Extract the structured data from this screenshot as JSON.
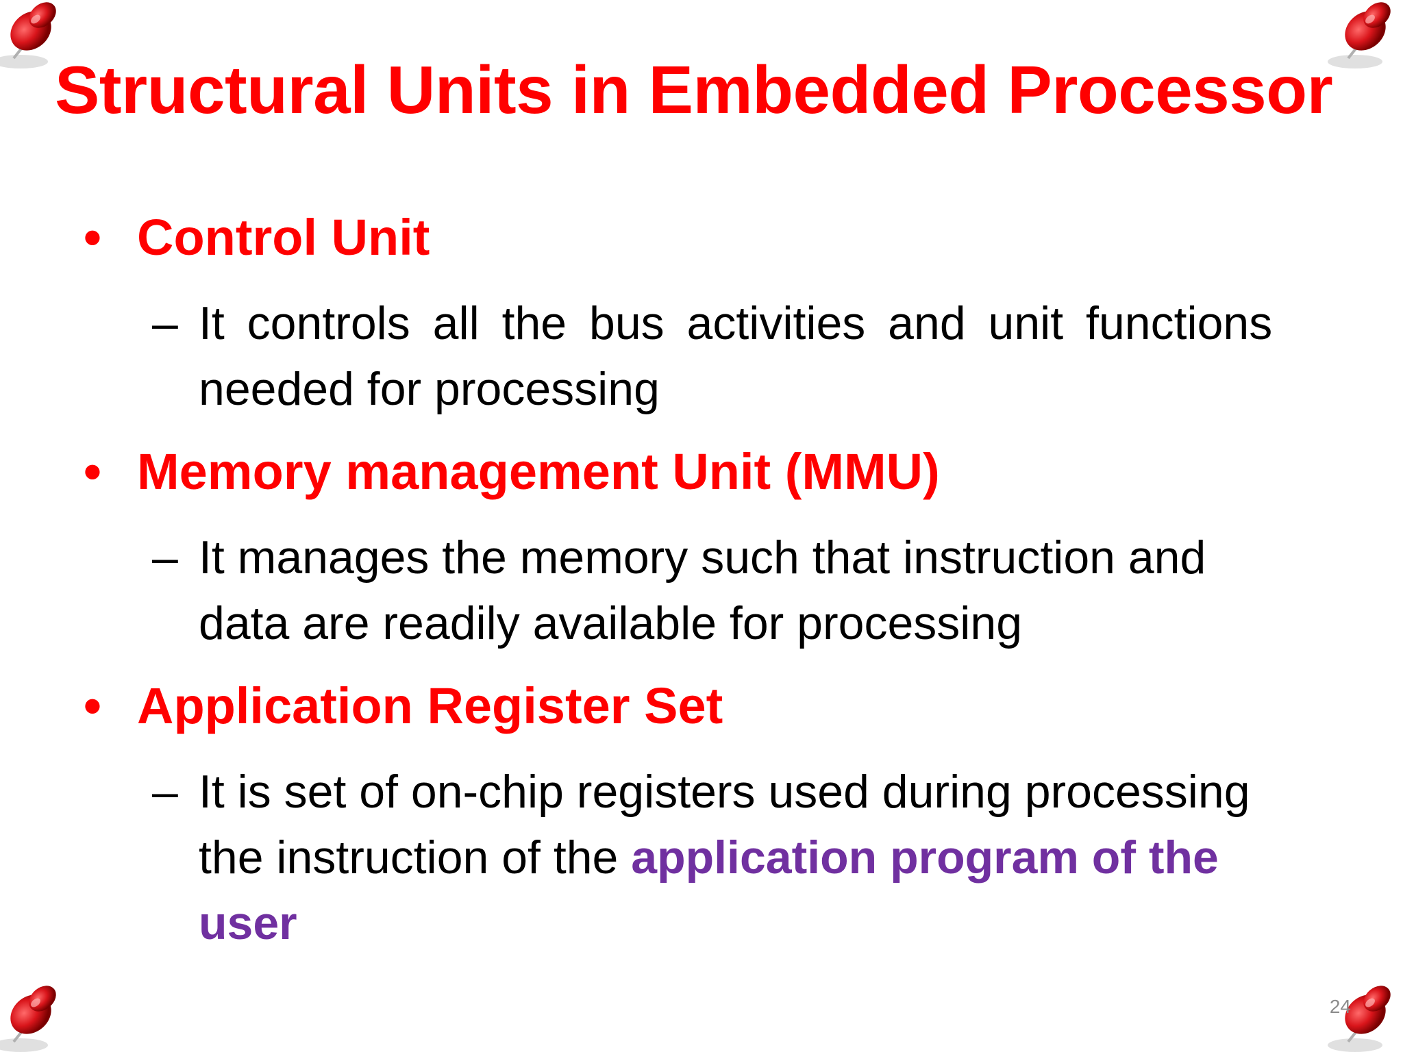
{
  "slide": {
    "title": "Structural Units in Embedded Processor",
    "page_number": "24",
    "colors": {
      "title": "#FF0000",
      "bullet_heading": "#FF0000",
      "body_text": "#000000",
      "highlight": "#7030A0",
      "pin": "#D9151B"
    },
    "bullets": [
      {
        "heading": "Control Unit",
        "sub": {
          "line1": "It controls all the bus activities and unit functions",
          "line2": "needed for processing"
        }
      },
      {
        "heading": "Memory management Unit (MMU)",
        "sub": {
          "line1": "It manages the memory such that instruction and",
          "line2": "data are readily available for processing"
        }
      },
      {
        "heading": "Application Register Set",
        "sub": {
          "line1": "It is set of on-chip registers used during processing",
          "line2_plain": "the instruction of the ",
          "line2_highlight": "application program of the",
          "line3_highlight": "user"
        }
      }
    ],
    "bullet_symbol": "•",
    "dash_symbol": "–",
    "decorations": [
      "red-pushpin-icon",
      "red-pushpin-icon",
      "red-pushpin-icon",
      "red-pushpin-icon"
    ]
  }
}
